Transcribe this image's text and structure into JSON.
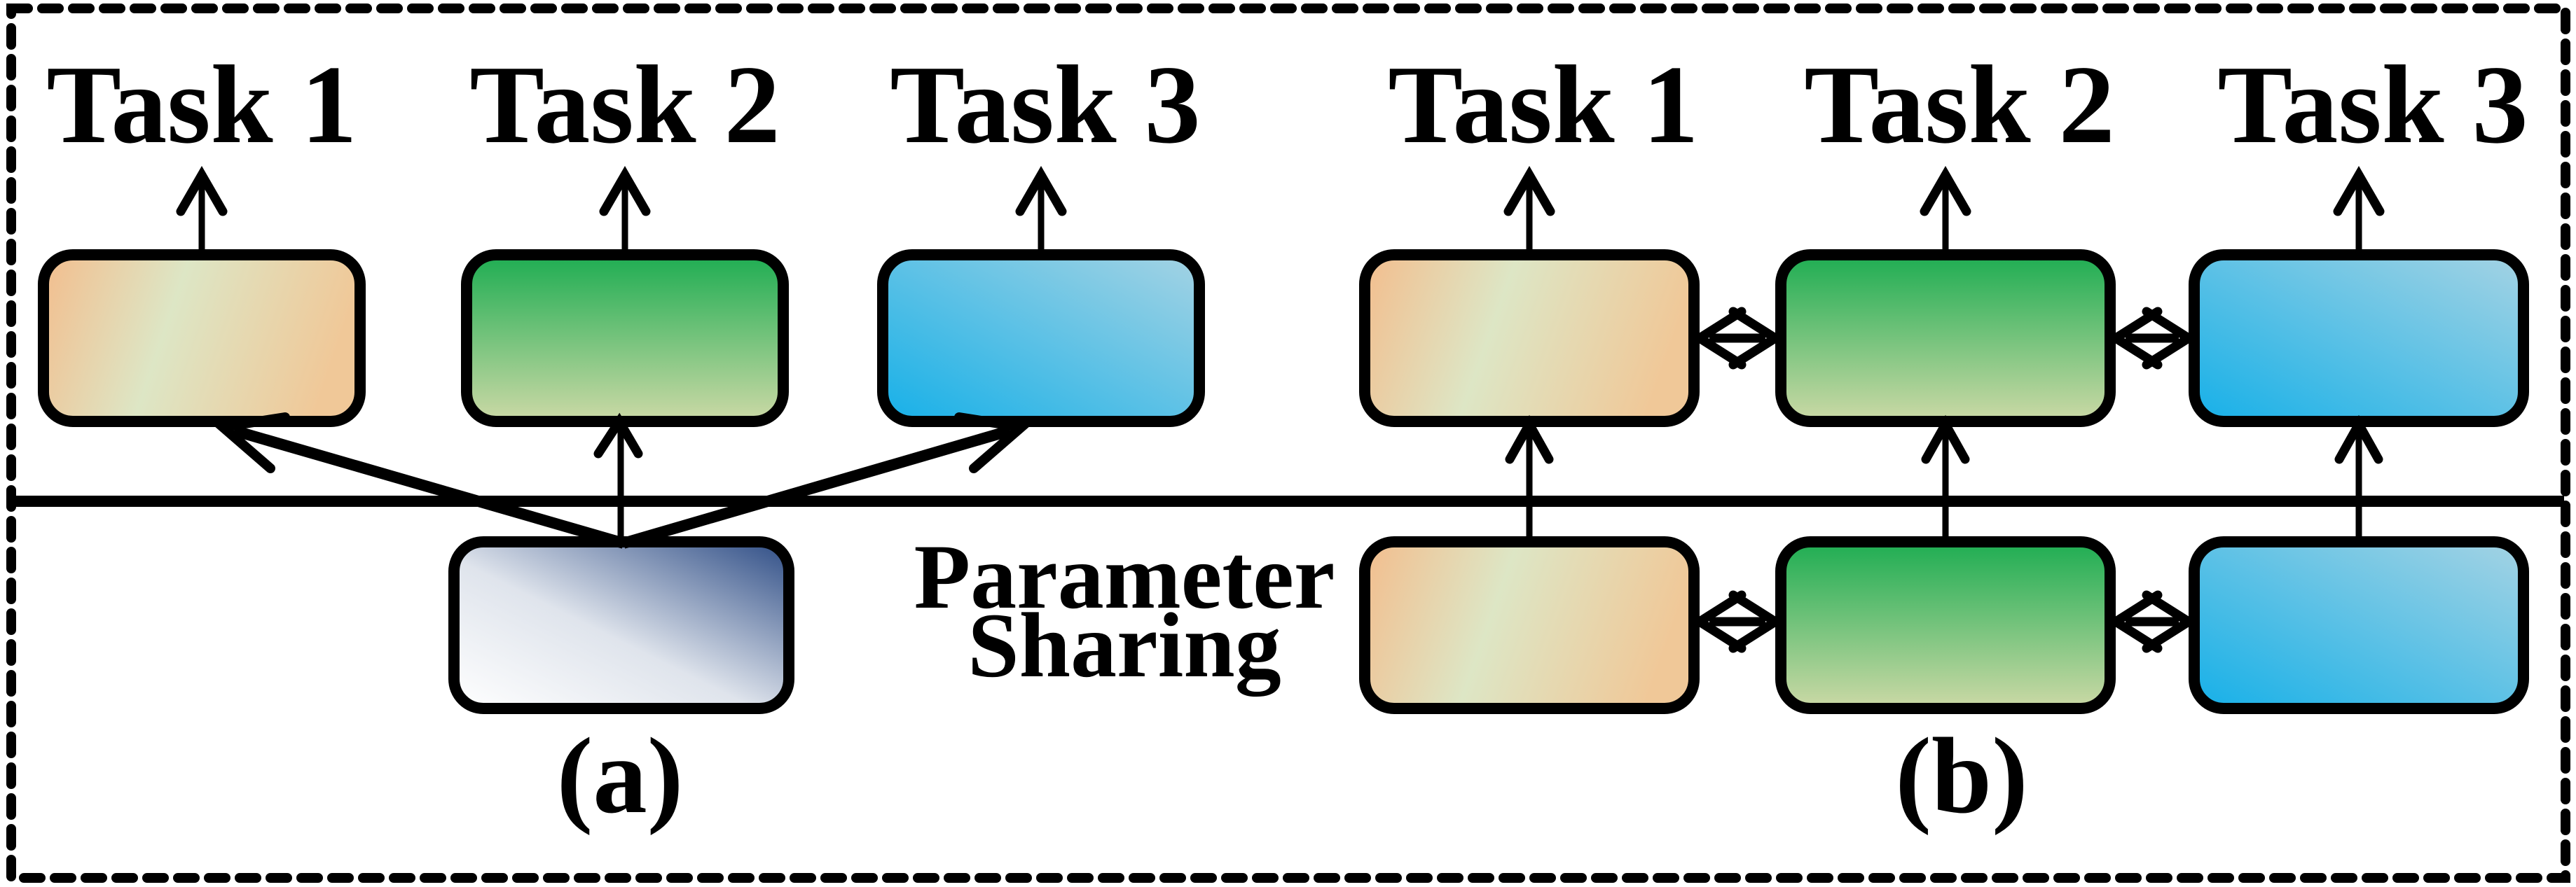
{
  "diagram": {
    "panel_a": {
      "caption": "(a)",
      "tasks": [
        "Task 1",
        "Task 2",
        "Task 3"
      ]
    },
    "panel_b": {
      "caption": "(b)",
      "tasks": [
        "Task 1",
        "Task 2",
        "Task 3"
      ]
    },
    "annotation": {
      "line1": "Parameter",
      "line2": "Sharing"
    },
    "colors": {
      "outline": "#000000",
      "background": "#ffffff",
      "orange_edge": "#f3bd8d",
      "orange_mid": "#dde6c5",
      "orange_end": "#f0c898",
      "green_top": "#1ead52",
      "green_bottom": "#ccd9a6",
      "blue_start": "#16b0e8",
      "blue_end": "#a5d3e3",
      "shared_start": "#ffffff",
      "shared_mid": "#dfe4ec",
      "shared_end": "#2d4c85"
    }
  }
}
